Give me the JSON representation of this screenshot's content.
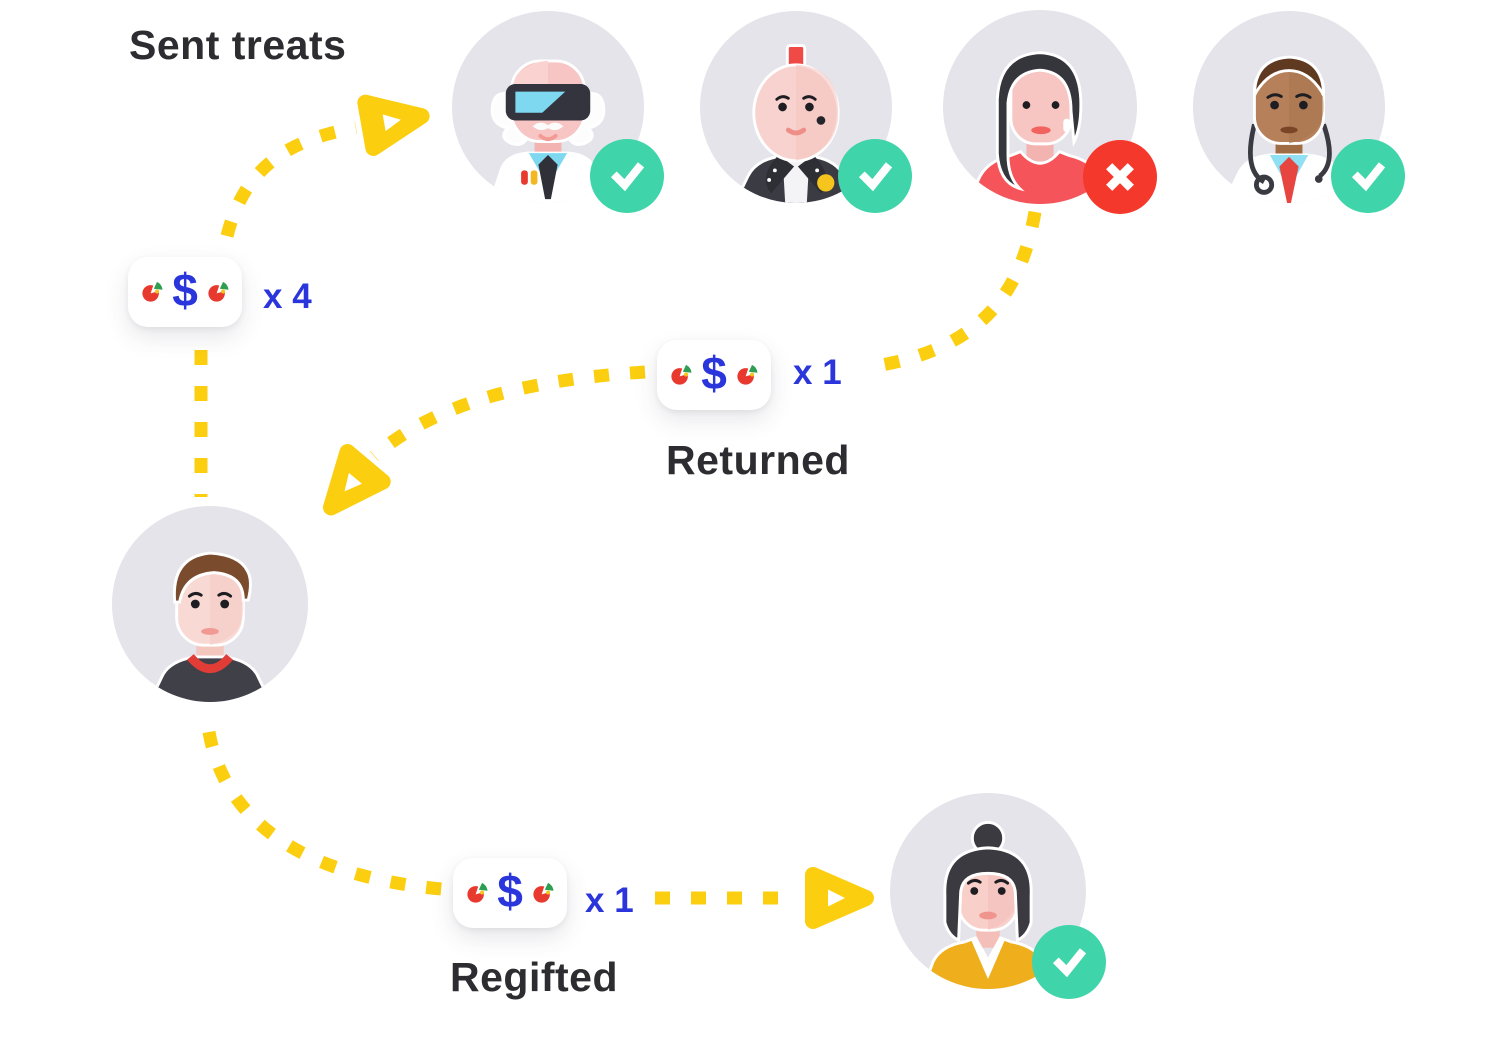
{
  "title": "Sent treats",
  "labels": {
    "returned": "Returned",
    "regifted": "Regifted"
  },
  "cards": {
    "sent": {
      "symbol": "$",
      "count": "x 4"
    },
    "returned": {
      "symbol": "$",
      "count": "x 1"
    },
    "regifted": {
      "symbol": "$",
      "count": "x 1"
    }
  },
  "recipients": [
    {
      "id": "scientist",
      "status": "accepted"
    },
    {
      "id": "punk",
      "status": "accepted"
    },
    {
      "id": "woman-long-hair",
      "status": "declined"
    },
    {
      "id": "doctor",
      "status": "accepted"
    }
  ],
  "sender": {
    "id": "man"
  },
  "regift_recipient": {
    "id": "woman-bun",
    "status": "accepted"
  },
  "icons": {
    "treat": "pie-icon",
    "accepted": "check-icon",
    "declined": "x-icon",
    "arrow": "arrowhead-icon"
  },
  "colors": {
    "accent_yellow": "#FBCE10",
    "treat_blue": "#2A36DB",
    "success_green": "#3FD4AA",
    "error_red": "#F5382C",
    "avatar_bg": "#E5E4EA",
    "text_dark": "#2D2D31"
  }
}
